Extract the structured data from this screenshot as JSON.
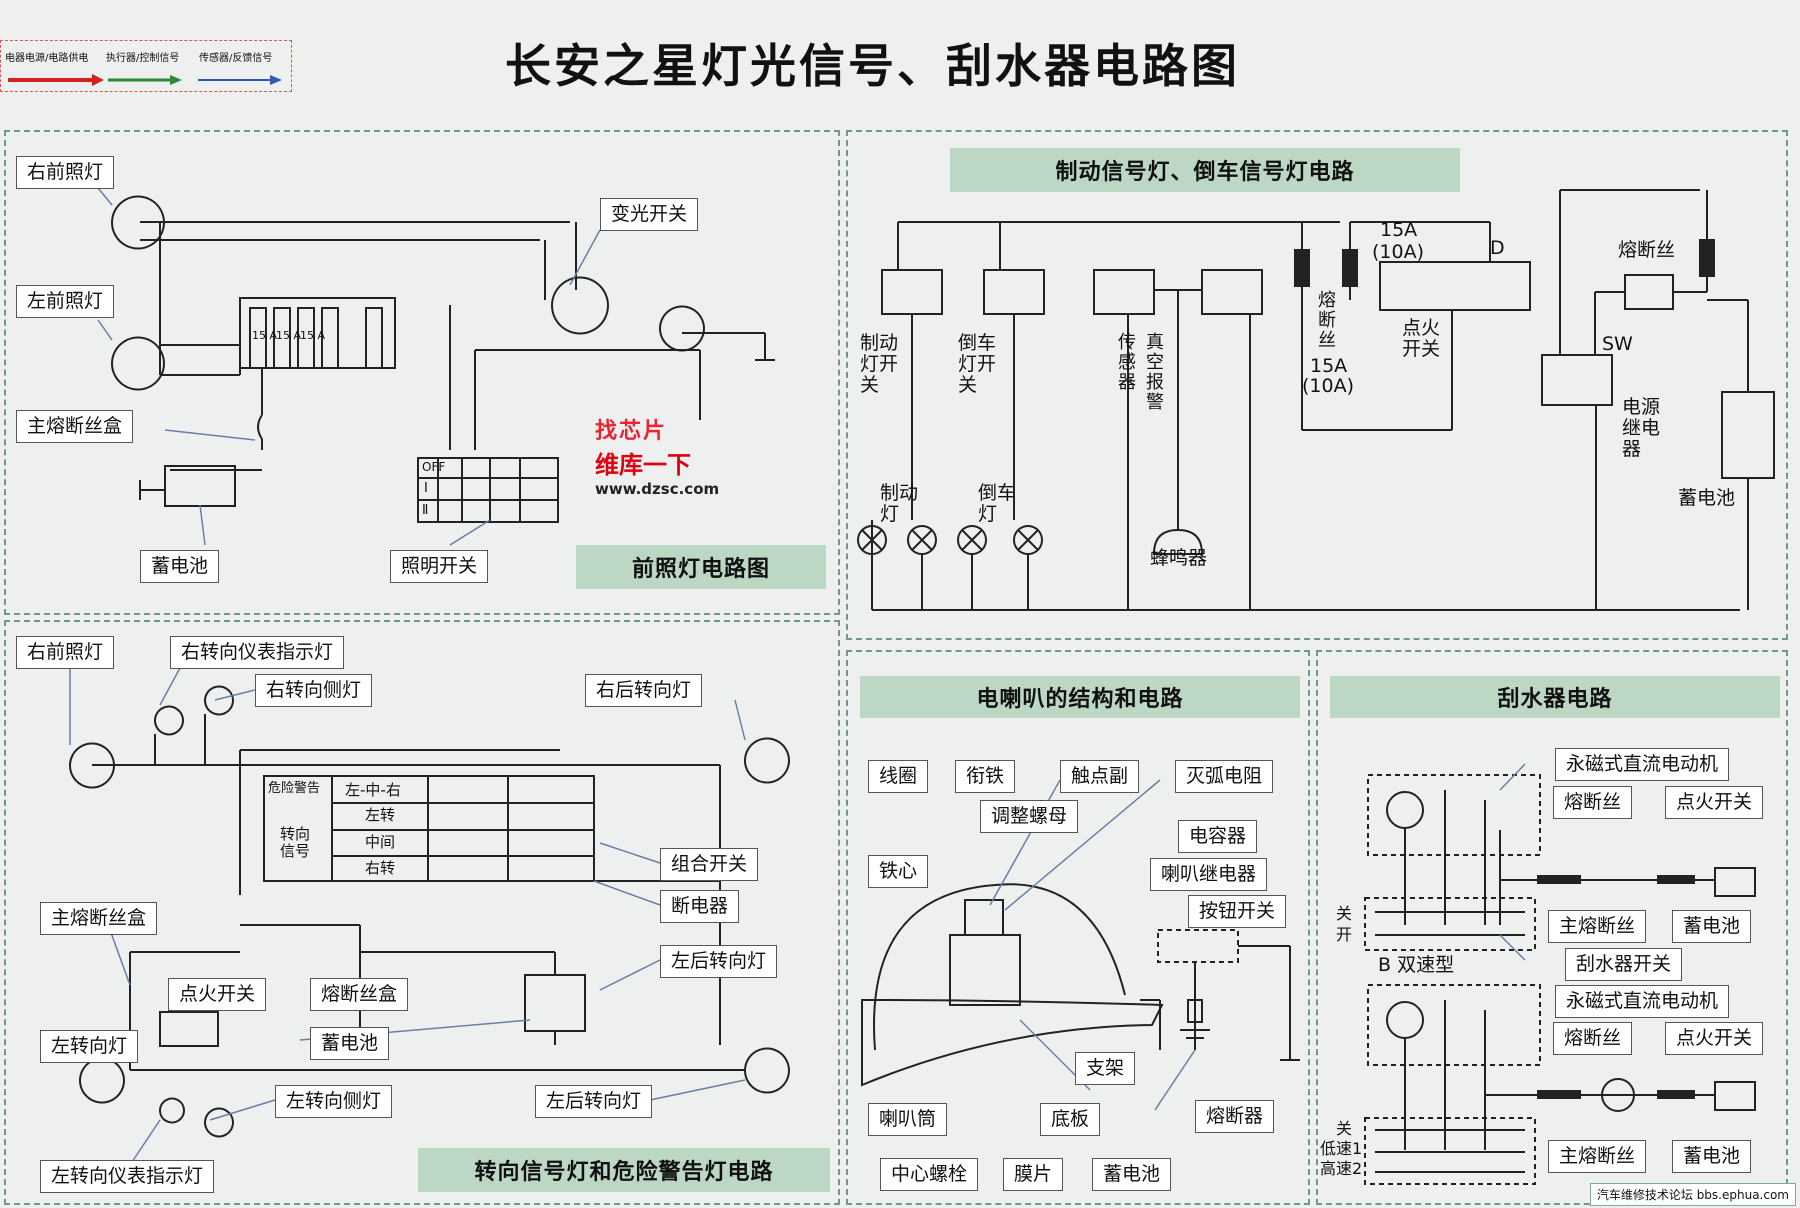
{
  "title": "长安之星灯光信号、刮水器电路图",
  "legend": [
    "电器电源/电路供电",
    "执行器/控制信号",
    "传感器/反馈信号"
  ],
  "colors": {
    "power": "#d42020",
    "control": "#2a8a3a",
    "feedback": "#2a5bb5",
    "banner": "#bcd8c4",
    "panel_border": "#6d9a8a"
  },
  "headlamp": {
    "banner": "前照灯电路图",
    "labels": {
      "right_headlamp": "右前照灯",
      "left_headlamp": "左前照灯",
      "main_fuse_box": "主熔断丝盒",
      "battery": "蓄电池",
      "dimmer_switch": "变光开关",
      "light_switch": "照明开关"
    },
    "fuse_ratings": [
      "15 A",
      "15 A",
      "15 A"
    ],
    "switch_positions": [
      "OFF",
      "Ⅰ",
      "Ⅱ"
    ]
  },
  "brake": {
    "banner": "制动信号灯、倒车信号灯电路",
    "labels": {
      "brake_switch": "制动灯开关",
      "reverse_switch": "倒车灯开关",
      "sensor": "传感器",
      "vacuum_alarm": "真空报警",
      "fuse": "熔断丝",
      "fuse_rating_a": "15A",
      "fuse_rating_b": "(10A)",
      "top_rating_a": "15A",
      "top_rating_b": "(10A)",
      "terminal_d": "D",
      "ignition_switch": "点火开关",
      "fuse_right": "熔断丝",
      "sw": "SW",
      "power_relay": "电源继电器",
      "brake_lamp": "制动灯",
      "reverse_lamp": "倒车灯",
      "buzzer": "蜂鸣器",
      "battery": "蓄电池"
    }
  },
  "turn": {
    "banner": "转向信号灯和危险警告灯电路",
    "labels": {
      "right_headlamp": "右前照灯",
      "right_turn_indicator": "右转向仪表指示灯",
      "right_side_lamp": "右转向侧灯",
      "right_rear_lamp": "右后转向灯",
      "combo_switch": "组合开关",
      "flasher": "断电器",
      "left_rear_lamp": "左后转向灯",
      "main_fuse_box": "主熔断丝盒",
      "ignition_switch": "点火开关",
      "fuse_box": "熔断丝盒",
      "battery": "蓄电池",
      "left_turn_lamp": "左转向灯",
      "left_side_lamp": "左转向侧灯",
      "left_rear_lamp_b": "左后转向灯",
      "left_turn_indicator": "左转向仪表指示灯"
    },
    "table": {
      "hazard": "危险警告",
      "positions": "左-中-右",
      "turn_signal": "转向信号",
      "rows": [
        "左转",
        "中间",
        "右转"
      ]
    }
  },
  "horn": {
    "banner": "电喇叭的结构和电路",
    "labels": {
      "coil": "线圈",
      "armature": "衔铁",
      "contacts": "触点副",
      "arc_resistor": "灭弧电阻",
      "adjust_nut": "调整螺母",
      "capacitor": "电容器",
      "core": "铁心",
      "horn_relay": "喇叭继电器",
      "button_switch": "按钮开关",
      "bracket": "支架",
      "horn_tube": "喇叭筒",
      "base_plate": "底板",
      "fuse": "熔断器",
      "center_bolt": "中心螺栓",
      "diaphragm": "膜片",
      "battery": "蓄电池"
    }
  },
  "wiper": {
    "banner": "刮水器电路",
    "labels": {
      "motor_a": "永磁式直流电动机",
      "fuse_a": "熔断丝",
      "ignition_a": "点火开关",
      "main_fuse_a": "主熔断丝",
      "battery_a": "蓄电池",
      "wiper_switch": "刮水器开关",
      "dual_speed": "B 双速型",
      "motor_b": "永磁式直流电动机",
      "fuse_b": "熔断丝",
      "ignition_b": "点火开关",
      "main_fuse_b": "主熔断丝",
      "battery_b": "蓄电池",
      "off": "关",
      "on": "开",
      "off_b": "关",
      "low": "低速1",
      "high": "高速2"
    }
  },
  "watermark": {
    "line1": "找芯片",
    "line2": "维库一下",
    "url": "www.dzsc.com"
  },
  "footer": "汽车维修技术论坛 bbs.ephua.com"
}
